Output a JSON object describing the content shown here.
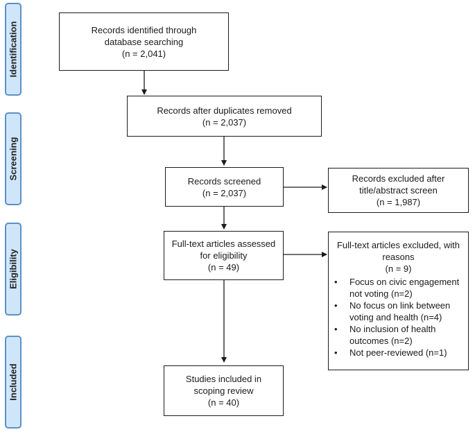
{
  "phases": {
    "identification": "Identification",
    "screening": "Screening",
    "eligibility": "Eligibility",
    "included": "Included"
  },
  "boxes": {
    "identified": {
      "line1": "Records identified through",
      "line2": "database searching",
      "count": "(n = 2,041)"
    },
    "duplicates_removed": {
      "line1": "Records after duplicates removed",
      "count": "(n = 2,037)"
    },
    "screened": {
      "line1": "Records screened",
      "count": "(n = 2,037)"
    },
    "excluded_screen": {
      "line1": "Records excluded after",
      "line2": "title/abstract screen",
      "count": "(n = 1,987)"
    },
    "fulltext_assessed": {
      "line1": "Full-text articles assessed",
      "line2": "for eligibility",
      "count": "(n = 49)"
    },
    "fulltext_excluded": {
      "line1": "Full-text articles excluded, with",
      "line2": "reasons",
      "count": "(n = 9)",
      "reasons": [
        {
          "line1": "Focus on civic engagement",
          "line2": "not voting (n=2)"
        },
        {
          "line1": "No focus on link between",
          "line2": "voting and health (n=4)"
        },
        {
          "line1": "No inclusion of health",
          "line2": "outcomes (n=2)"
        },
        {
          "line1": "Not peer-reviewed (n=1)",
          "line2": ""
        }
      ]
    },
    "included": {
      "line1": "Studies included in",
      "line2": "scoping review",
      "count": "(n = 40)"
    }
  },
  "colors": {
    "phase_fill": "#cfe6fa",
    "phase_border": "#5b8fc7",
    "box_border": "#1a1a1a"
  }
}
